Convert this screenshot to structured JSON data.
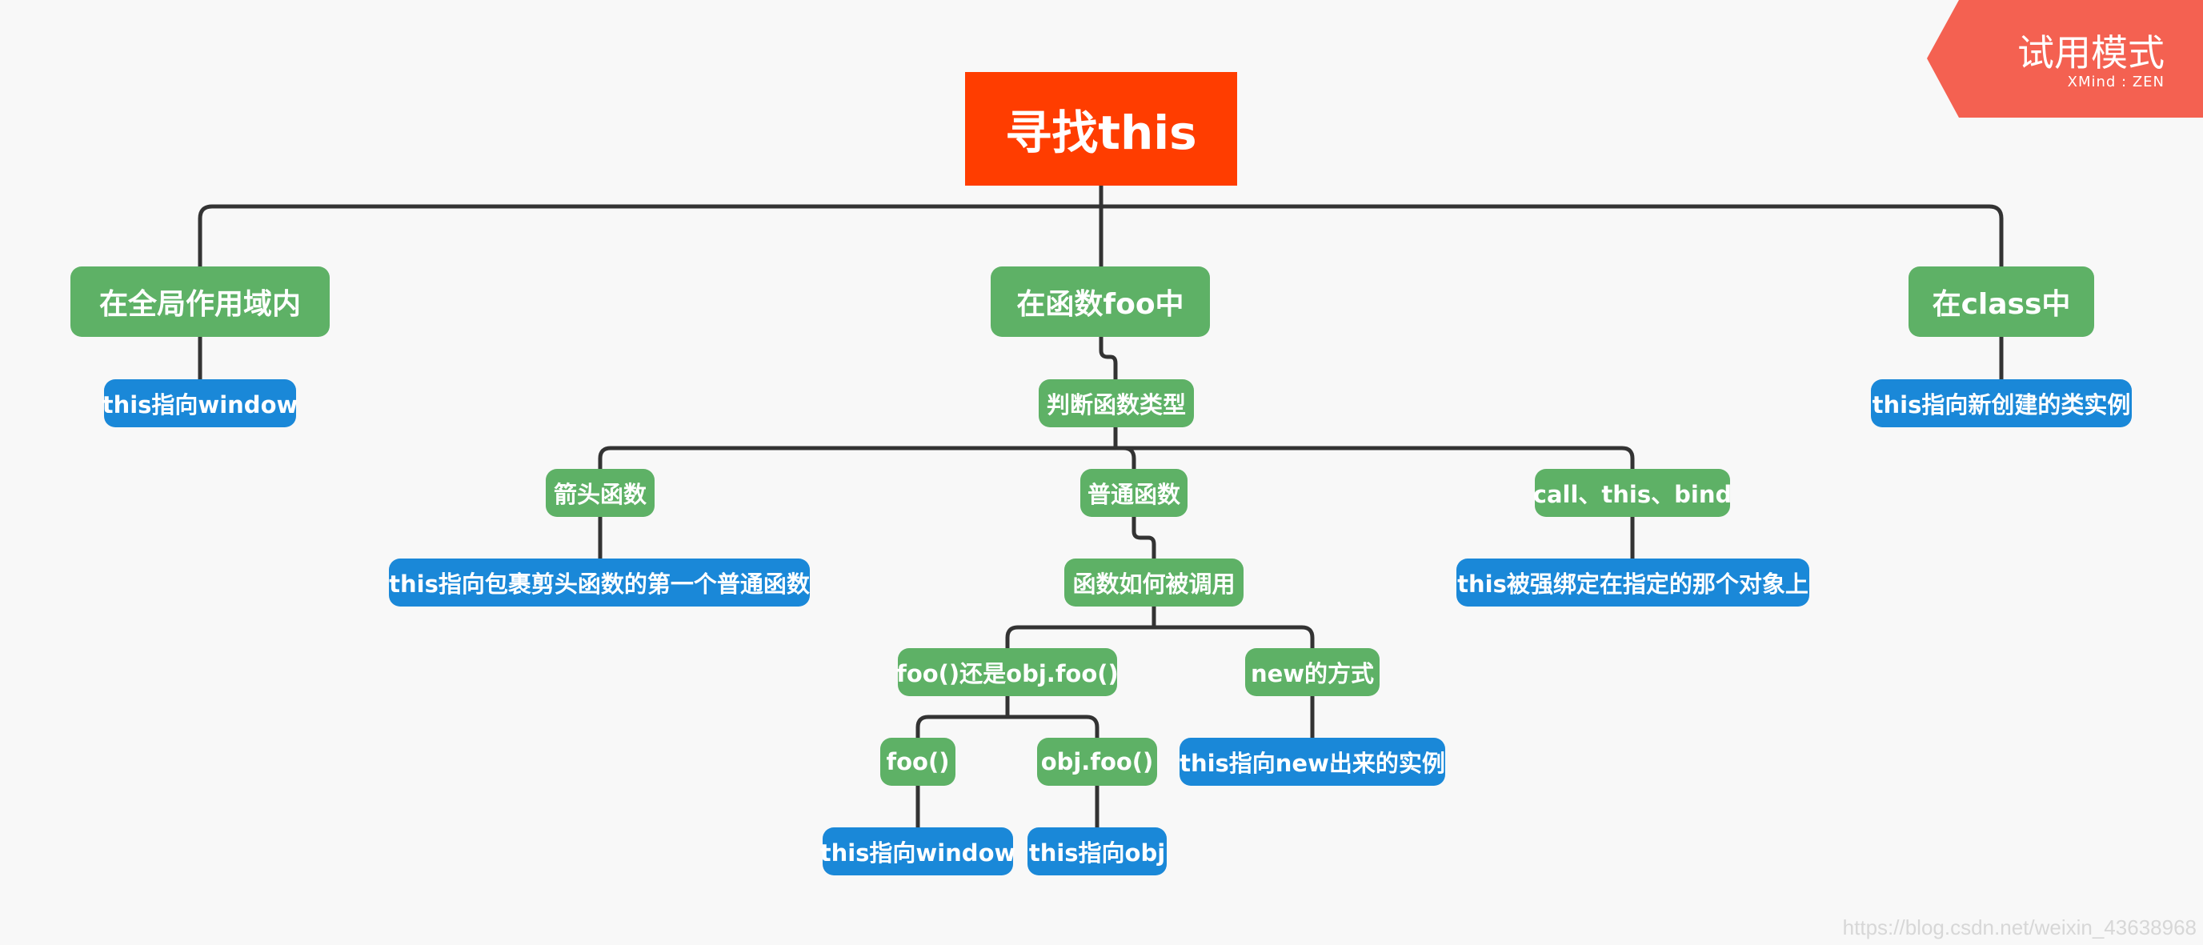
{
  "mindmap": {
    "root": "寻找this",
    "global": "在全局作用域内",
    "global_result": "this指向window",
    "function": "在函数foo中",
    "judge": "判断函数类型",
    "arrow": "箭头函数",
    "arrow_result": "this指向包裹剪头函数的第一个普通函数",
    "normal": "普通函数",
    "how_called": "函数如何被调用",
    "plain_or_method": "foo()还是obj.foo()",
    "plain": "foo()",
    "plain_result": "this指向window",
    "method": "obj.foo()",
    "method_result": "this指向obj",
    "new_way": "new的方式",
    "new_result": "this指向new出来的实例",
    "explicit": "call、this、bind",
    "explicit_result": "this被强绑定在指定的那个对象上",
    "class": "在class中",
    "class_result": "this指向新创建的类实例"
  },
  "badge": {
    "title": "试用模式",
    "subtitle": "XMind : ZEN"
  },
  "watermark": "https://blog.csdn.net/weixin_43638968",
  "colors": {
    "root": "#ff3d00",
    "topic": "#5eb166",
    "result": "#1a88d8",
    "line": "#333333",
    "badge": "#f46151",
    "background": "#f8f8f8"
  }
}
